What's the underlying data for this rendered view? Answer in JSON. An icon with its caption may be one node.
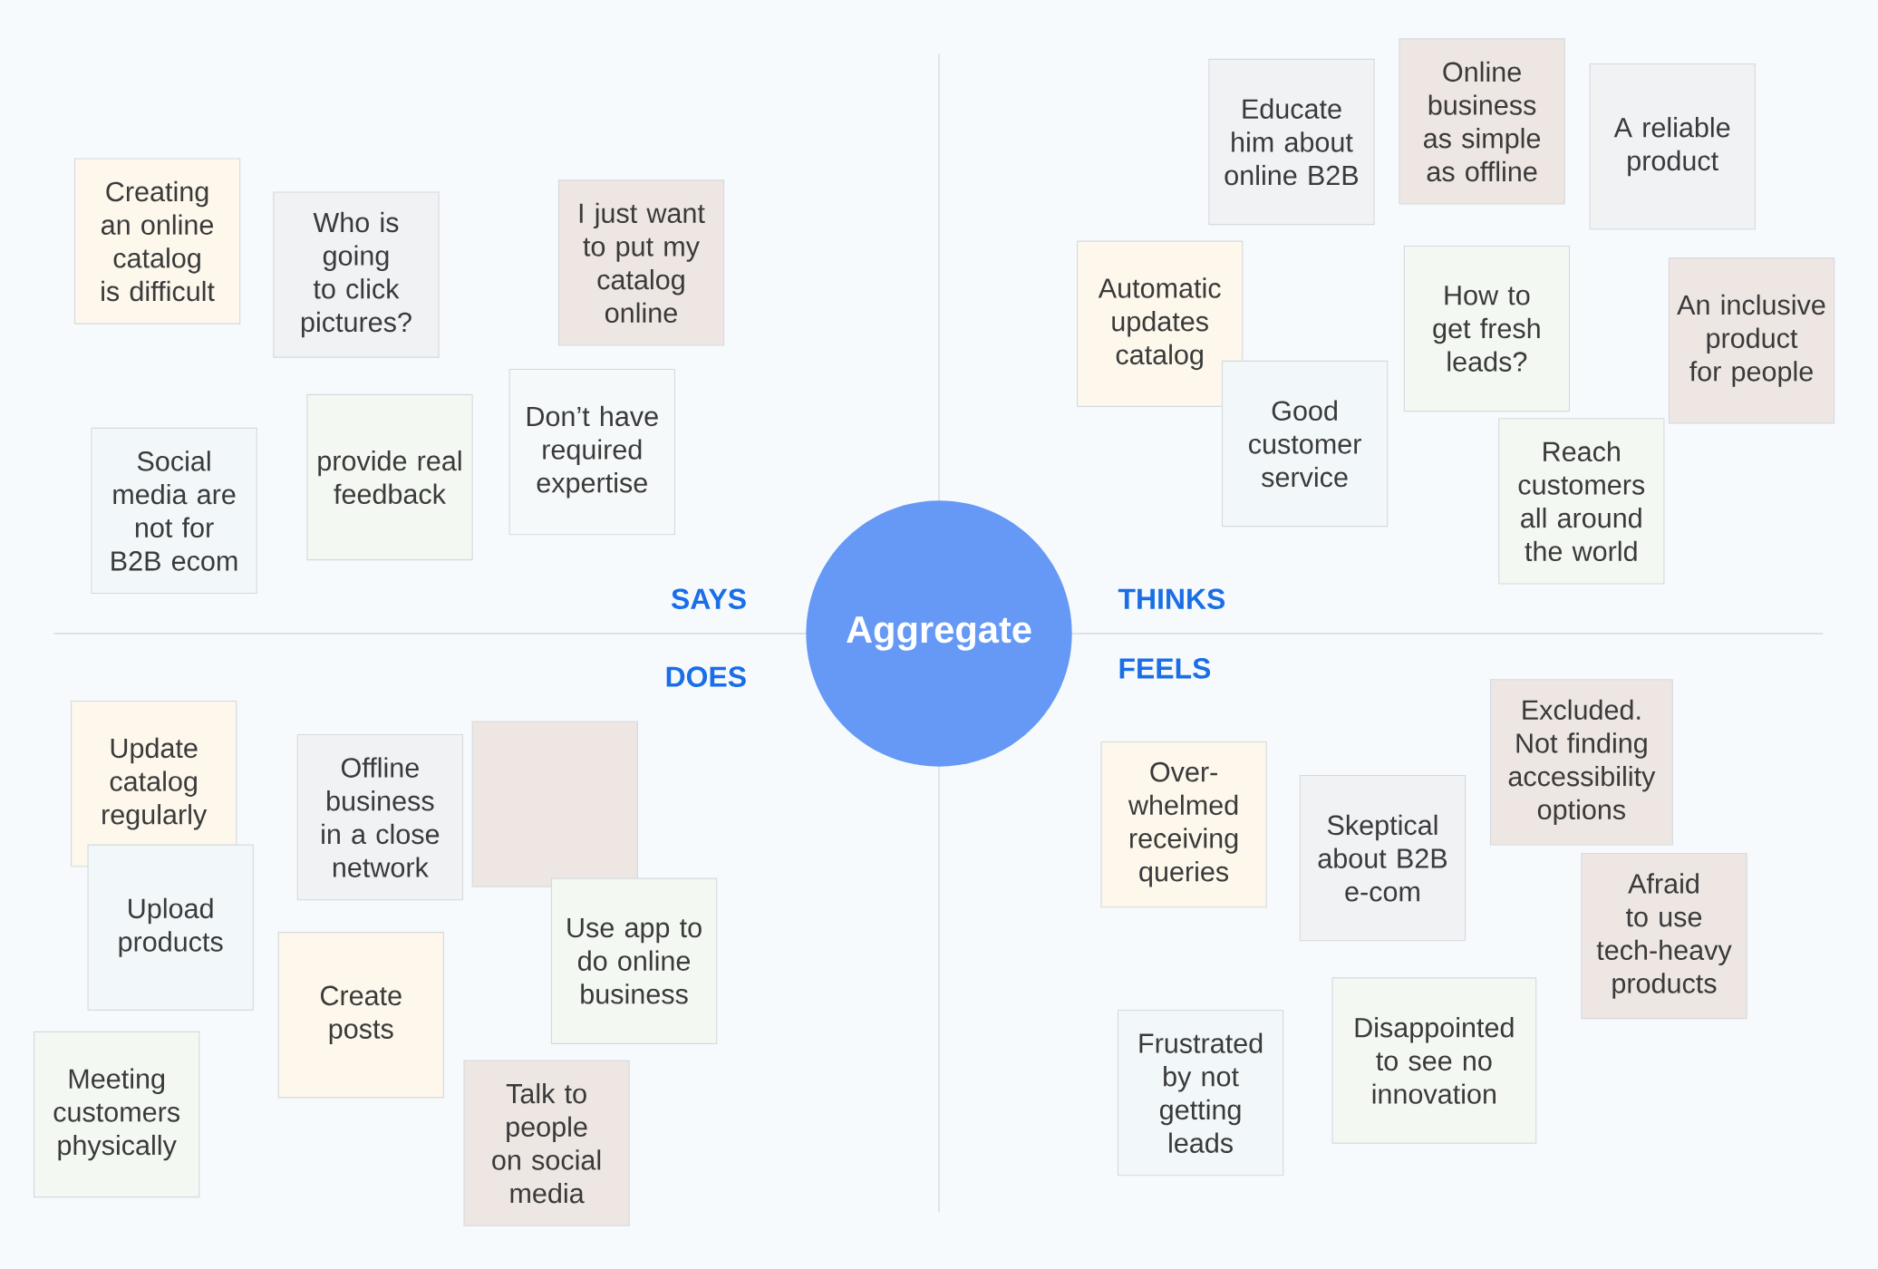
{
  "diagram": {
    "nodes": [
      {
        "text": [
          "Aggregate"
        ]
      },
      {
        "text": [
          "Creating an online catalog is difficult"
        ]
      },
      {
        "text": [
          "Who is going to click pictures?"
        ]
      },
      {
        "text": [
          "I just want to put my catalog online"
        ]
      },
      {
        "text": [
          "Social media are not for B2B ecom"
        ]
      },
      {
        "text": [
          "provide real feedback"
        ]
      },
      {
        "text": [
          "Don’t have required expertise"
        ]
      },
      {
        "text": [
          "Educate him about online B2B"
        ]
      },
      {
        "text": [
          "Online business as simple as offline"
        ]
      },
      {
        "text": [
          "A reliable product"
        ]
      },
      {
        "text": [
          "Automatic updates catalog"
        ]
      },
      {
        "text": [
          "How to get fresh leads?"
        ]
      },
      {
        "text": [
          "An inclusive product for people"
        ]
      },
      {
        "text": [
          "Good customer service"
        ]
      },
      {
        "text": [
          "Reach customers all around the world"
        ]
      },
      {
        "text": [
          "Update catalog regularly"
        ]
      },
      {
        "text": [
          "Offline business in a close network"
        ]
      },
      {
        "text": [],
        "shape": "box"
      },
      {
        "text": [
          "Upload products"
        ]
      },
      {
        "text": [
          "Use app to do online business"
        ]
      },
      {
        "text": [
          "Create posts"
        ]
      },
      {
        "text": [
          "Meeting customers physically"
        ]
      },
      {
        "text": [
          "Talk to people on social media"
        ]
      },
      {
        "text": [
          "Over-whelmed receiving queries"
        ]
      },
      {
        "text": [
          "Skeptical about B2B e-com"
        ]
      },
      {
        "text": [
          "Excluded. Not finding accessibility options"
        ]
      },
      {
        "text": [
          "Afraid to use tech-heavy products"
        ]
      },
      {
        "text": [
          "Frustrated by not getting leads"
        ]
      },
      {
        "text": [
          "Disappointed to see no innovation"
        ]
      }
    ],
    "labels": [
      "SAYS",
      "THINKS",
      "DOES",
      "FEELS"
    ]
  }
}
